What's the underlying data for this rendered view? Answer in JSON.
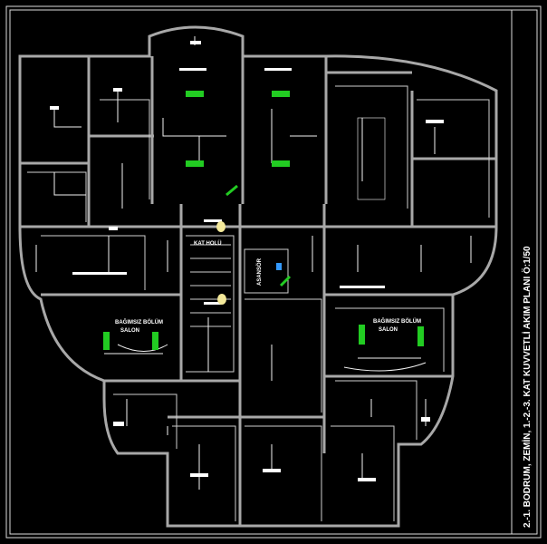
{
  "drawing": {
    "title": "2.-1. BODRUM, ZEMİN, 1.-2.-3. KAT KUVVETLİ AKIM PLANI Ö:1/50",
    "labels": {
      "hall": "KAT HOLÜ",
      "elevator": "ASANSÖR",
      "room_left": "BAĞIMSIZ BÖLÜM",
      "room_left_sub": "SALON",
      "room_right": "BAĞIMSIZ BÖLÜM",
      "room_right_sub": "SALON"
    },
    "colors": {
      "background": "#000000",
      "walls": "#a8a8a8",
      "fixtures": "#22cc22",
      "outlet": "#3399ff"
    }
  }
}
